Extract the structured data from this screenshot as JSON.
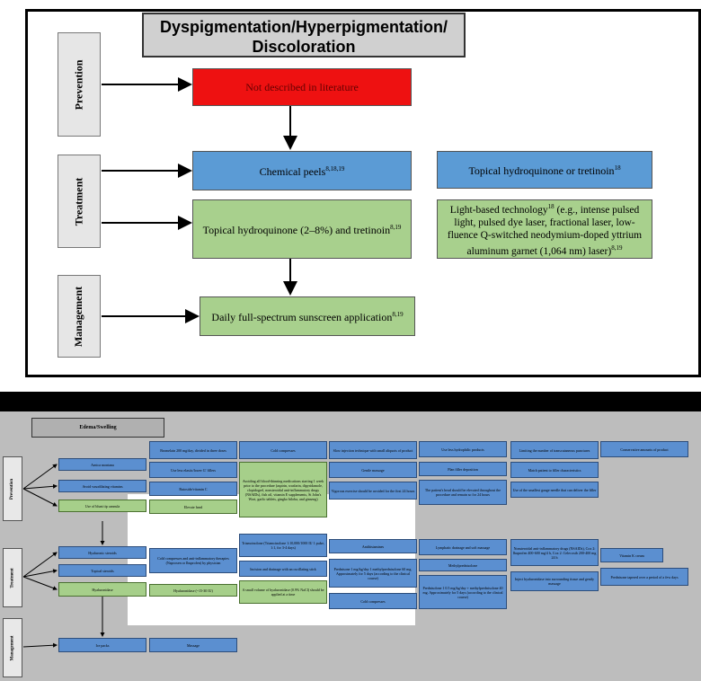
{
  "top": {
    "title": "Dyspigmentation/Hyperpigmentation/ Discoloration",
    "sections": {
      "prevention": "Prevention",
      "treatment": "Treatment",
      "management": "Management"
    },
    "boxes": {
      "not_described": "Not described in literature",
      "chemical_peels": "Chemical peels",
      "chemical_peels_ref": "8,18,19",
      "topical_hq_tret": "Topical hydroquinone (2–8%) and tretinoin",
      "topical_hq_tret_ref": "8,19",
      "topical_hq_or_tret": "Topical hydroquinone or tretinoin",
      "topical_hq_or_tret_ref": "18",
      "light_based": "Light-based technology",
      "light_based_ref": "18",
      "light_based_detail": " (e.g., intense pulsed light, pulsed dye laser, fractional laser, low-fluence Q-switched neodymium-doped yttrium aluminum garnet (1,064 nm) laser)",
      "light_based_detail_ref": "8,19",
      "sunscreen": "Daily full-spectrum sunscreen application",
      "sunscreen_ref": "8,19"
    },
    "colors": {
      "red": "#ee1111",
      "blue": "#5b9bd5",
      "green": "#a8d08d",
      "title_bg": "#d0d0d0"
    }
  },
  "bottom": {
    "title": "Edema/Swelling",
    "sections": {
      "prevention": "Prevention",
      "treatment": "Treatment",
      "management": "Management"
    },
    "prevention_boxes": [
      "Arnica montana",
      "Avoid vasodilating vitamins",
      "Use of blunt tip cannula",
      "Bromelain 200 mg/day, divided in three doses",
      "Use less elastic/lower G′ fillers",
      "Rutoside/vitamin C",
      "Elevate head",
      "Cold compresses",
      "Avoiding all blood-thinning medications starting 1 week prior to the procedure (aspirin, warfarin, dipyridamole, clopidogrel, nonsteroidal anti-inflammatory drugs (NSAIDs), fish oil, vitamin E supplements, St John's Wort, garlic tablets, gingko biloba, and ginseng)",
      "Slow injection technique with small aliquots of product",
      "Conservative amounts of product",
      "Gentle massage",
      "Vigorous exercise should be avoided for the first 24 hours",
      "Use less hydrophilic products",
      "Plan filler deposition",
      "The patient's head should be elevated throughout the procedure and remain so for 24 hours",
      "Limiting the number of transcutaneous punctures",
      "Match patient to filler characteristics",
      "Use of the smallest gauge needle that can deliver the filler"
    ],
    "treatment_boxes": [
      "Hyaluronic steroids",
      "Topical steroids",
      "Hyaluronidase",
      "Cold compresses and anti-inflammatory therapies (Naproxen or Ibuprofen) by physician",
      "Hyaluronidase (~15-30 IU)",
      "Triamcinolone (Triamcinolone 1:10,000/1000 IU 1 pulse, 1:1, for 3-4 days)",
      "Incision and drainage with an oscillating stick",
      "A small volume of hyaluronidase (0.9% NaCl) should be applied at a time",
      "Antihistamines",
      "Prednisone 1 mg/kg/day 1 methylprednisolone 60 mg. Approximately for 5 days (according to the clinical course)",
      "Cold compresses",
      "Lymphatic drainage and soft massage",
      "Methylprednisolone",
      "Prednisolone 1 0.5 mg/kg/day + methylprednisolone 40 mg. Approximately for 5 days (according to the clinical course)",
      "Nonsteroidal anti-inflammatory drugs (NSAIDs), Cox 2: Ibuprofen 400-600 mg/4 h, Cox 2: Celecoxib 200-400 mg 24 h",
      "Inject hyaluronidase into surrounding tissue and gently massage",
      "Vitamin K cream",
      "Prednisone tapered over a period of a few days"
    ],
    "management_boxes": [
      "Ice packs",
      "Massage"
    ],
    "colors": {
      "band": "#000000",
      "bg": "#bdbdbd",
      "blue": "#5b8fd0",
      "green": "#a6cf8a"
    }
  }
}
